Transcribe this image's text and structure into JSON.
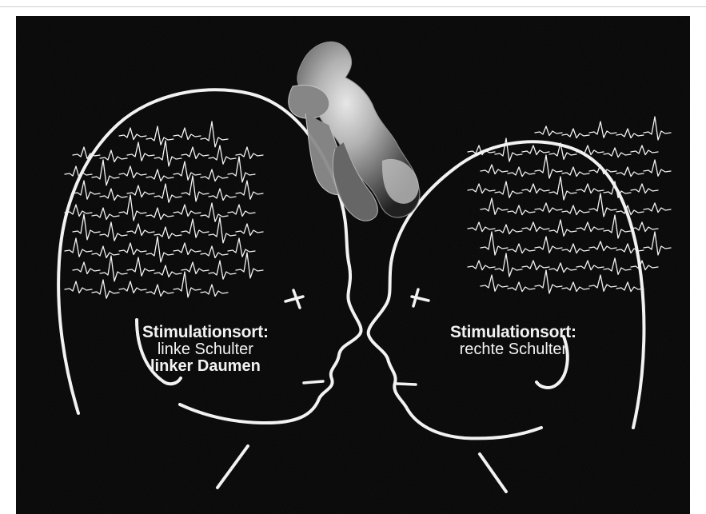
{
  "colors": {
    "background": "#050505",
    "line": "#f2f2f2",
    "frame": "#cfcfcf"
  },
  "left_caption": {
    "title": "Stimulationsort:",
    "line1": "linke Schulter",
    "line2": "linker Daumen"
  },
  "right_caption": {
    "title": "Stimulationsort:",
    "line1": "rechte Schulter"
  },
  "visual": {
    "left_icon": "left-head-profile",
    "right_icon": "right-head-profile",
    "center_icon": "homunculus-figure"
  }
}
